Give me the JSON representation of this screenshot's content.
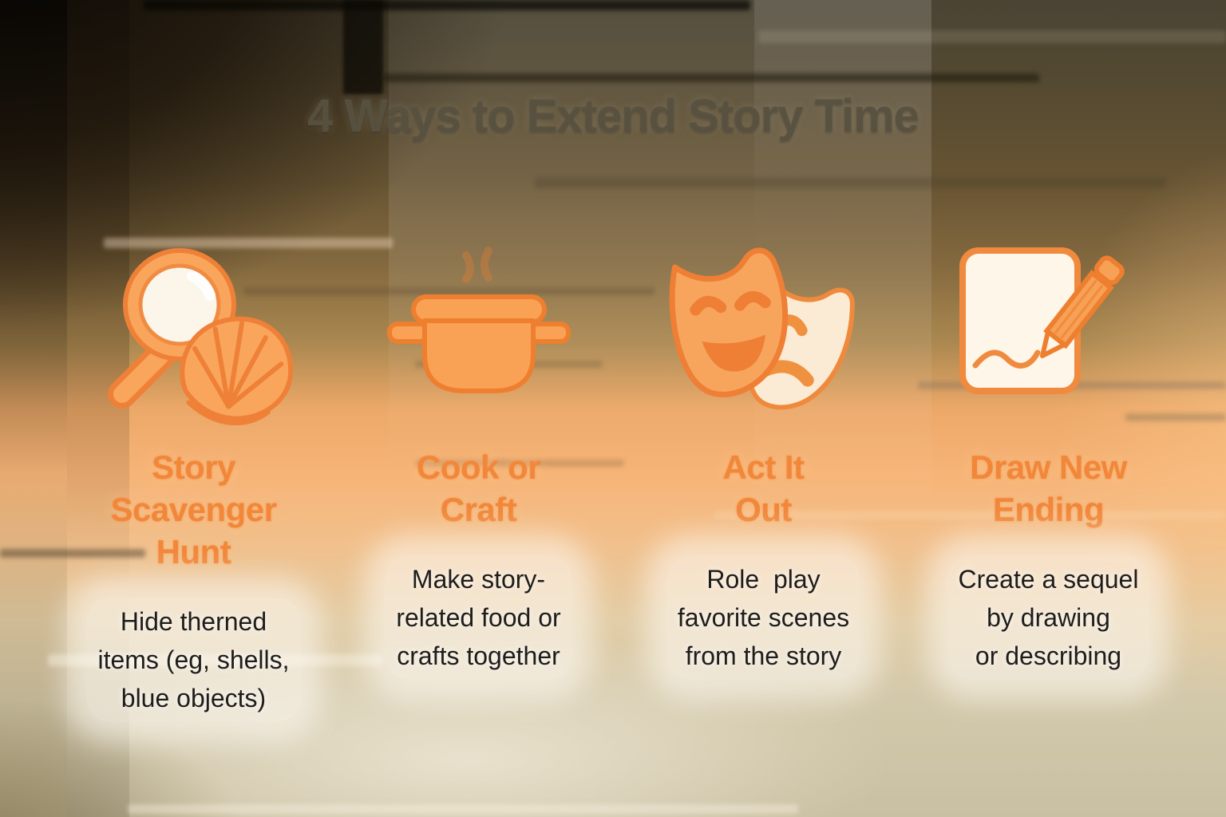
{
  "title": "4 Ways to Extend Story Time",
  "columns": [
    {
      "icon": "magnifier-shell-icon",
      "heading": "Story\nScavenger\nHunt",
      "description": "Hide therned\nitems (eg, shells,\nblue objects)"
    },
    {
      "icon": "cooking-pot-icon",
      "heading": "Cook or\nCraft",
      "description": "Make story-\nrelated food or\ncrafts together"
    },
    {
      "icon": "theater-masks-icon",
      "heading": "Act It\nOut",
      "description": "Role  play\nfavorite scenes\nfrom the story"
    },
    {
      "icon": "paper-pencil-icon",
      "heading": "Draw New\nEnding",
      "description": "Create a sequel\nby drawing\nor describing"
    }
  ],
  "colors": {
    "accent_orange": "#f2873a",
    "icon_fill": "#f9a55c",
    "icon_outline": "#ee8137",
    "icon_cream": "#fcf4e6",
    "title_gray": "#585140",
    "body_text": "#1f1d1a",
    "background_dark": "#17100a",
    "background_tan": "#c9bfa2",
    "background_peach": "#f6b377"
  }
}
